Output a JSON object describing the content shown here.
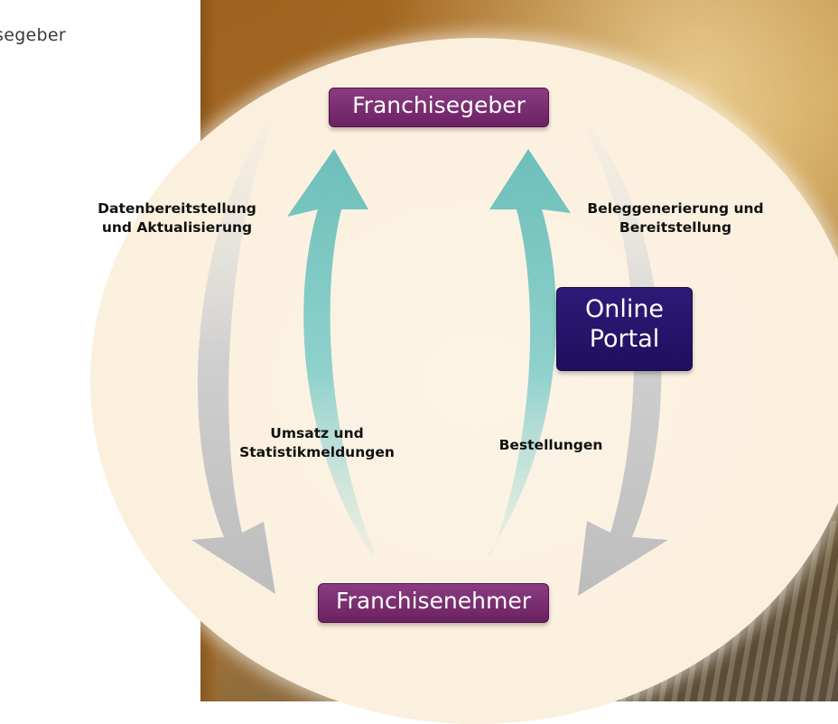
{
  "corner_text": "segeber",
  "nodes": {
    "top": "Franchisegeber",
    "bottom": "Franchisenehmer",
    "portal_line1": "Online",
    "portal_line2": "Portal"
  },
  "labels": {
    "data_provision": [
      "Datenbereitstellung",
      "und Aktualisierung"
    ],
    "document_generation": [
      "Beleggenerierung und",
      "Bereitstellung"
    ],
    "sales_reports": [
      "Umsatz und",
      "Statistikmeldungen"
    ],
    "orders": "Bestellungen"
  },
  "colors": {
    "node_purple": "#6b2262",
    "portal_navy": "#1f0f5e",
    "arrow_teal": "#7fc8c4",
    "arrow_grey": "#c4c4c4",
    "ellipse_fill": "#fbefdd"
  }
}
